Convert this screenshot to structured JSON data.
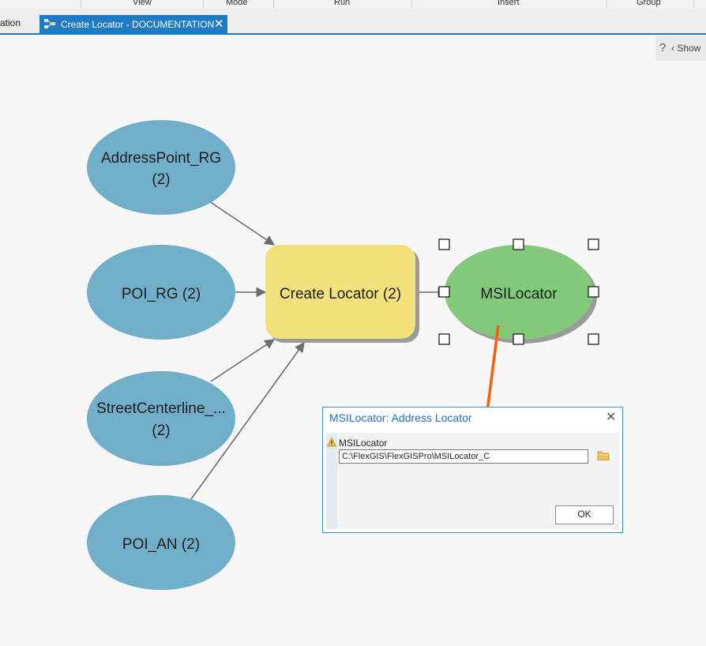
{
  "ribbon": {
    "groups": [
      "View",
      "Mode",
      "Run",
      "Insert",
      "Group"
    ]
  },
  "tabs": {
    "previous_tab_label": "ation",
    "active_tab_label": "Create Locator - DOCUMENTATION",
    "close_glyph": "✕"
  },
  "help": {
    "question": "?",
    "show_label": "‹ Show"
  },
  "model": {
    "inputs": [
      {
        "name": "AddressPoint_RG",
        "count": "(2)"
      },
      {
        "name": "POI_RG (2)"
      },
      {
        "name": "StreetCenterline_...",
        "count": "(2)"
      },
      {
        "name": "POI_AN (2)"
      }
    ],
    "tool": "Create Locator (2)",
    "output": "MSILocator",
    "colors": {
      "input": "#71aeca",
      "tool": "#f3e27c",
      "output": "#82ca7a",
      "callout_arrow": "#ff5a0a"
    }
  },
  "dialog": {
    "title": "MSILocator: Address Locator",
    "close_glyph": "✕",
    "param_label": "MSILocator",
    "param_value": "C:\\FlexGIS\\FlexGISPro\\MSILocator_C",
    "ok_label": "OK",
    "icons": [
      "warning-icon",
      "folder-icon"
    ]
  }
}
